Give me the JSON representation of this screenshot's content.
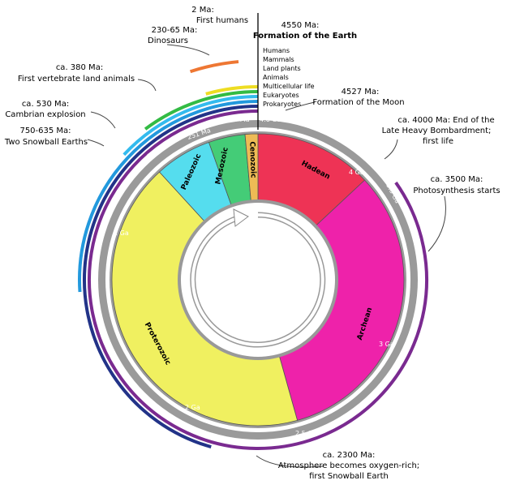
{
  "eons": [
    {
      "key": "hadean",
      "label": "Hadean",
      "color": "#ee3355"
    },
    {
      "key": "archean",
      "label": "Archean",
      "color": "#ee22aa"
    },
    {
      "key": "proterozoic",
      "label": "Proterozoic",
      "color": "#f0f060"
    },
    {
      "key": "paleozoic",
      "label": "Paleozoic",
      "color": "#55ddee"
    },
    {
      "key": "mesozoic",
      "label": "Mesozoic",
      "color": "#44cc77"
    },
    {
      "key": "cenozoic",
      "label": "Cenozoic",
      "color": "#eebb55"
    }
  ],
  "ticks": {
    "t46": "4.6 Ga",
    "t4": "4 Ga",
    "t38": "3.8 Ga",
    "t3": "3 Ga",
    "t25": "2.5 Ga",
    "t2": "2 Ga",
    "t1": "1 Ga",
    "t542": "542 Ma",
    "t251": "251 Ma",
    "t65": "65 Ma"
  },
  "life_list": [
    "Humans",
    "Mammals",
    "Land plants",
    "Animals",
    "Multicellular life",
    "Eukaryotes",
    "Prokaryotes"
  ],
  "annotations": {
    "humans_ma": "2 Ma:",
    "humans": "First humans",
    "earth_ma": "4550 Ma:",
    "earth": "Formation of the Earth",
    "dino_ma": "230-65 Ma:",
    "dino": "Dinosaurs",
    "vert_ma": "ca. 380 Ma:",
    "vert": "First vertebrate land animals",
    "cambrian_ma": "ca. 530 Ma:",
    "cambrian": "Cambrian explosion",
    "snowball_ma": "750-635 Ma:",
    "snowball": "Two Snowball Earths",
    "moon_ma": "4527 Ma:",
    "moon": "Formation of the Moon",
    "lhb_1": "ca. 4000 Ma: End of the",
    "lhb_2": "Late Heavy Bombardment;",
    "lhb_3": "first life",
    "photo_ma": "ca. 3500 Ma:",
    "photo": "Photosynthesis starts",
    "oxy_ma": "ca. 2300 Ma:",
    "oxy_1": "Atmosphere becomes oxygen-rich;",
    "oxy_2": "first Snowball Earth"
  },
  "colors": {
    "gray_ring": "#9a9a9a",
    "purple": "#7a2a90",
    "navy": "#223388",
    "blue": "#2299dd",
    "cyan": "#33bbee",
    "green": "#33bb44",
    "yellow": "#eedd22",
    "orange": "#ee7733"
  }
}
